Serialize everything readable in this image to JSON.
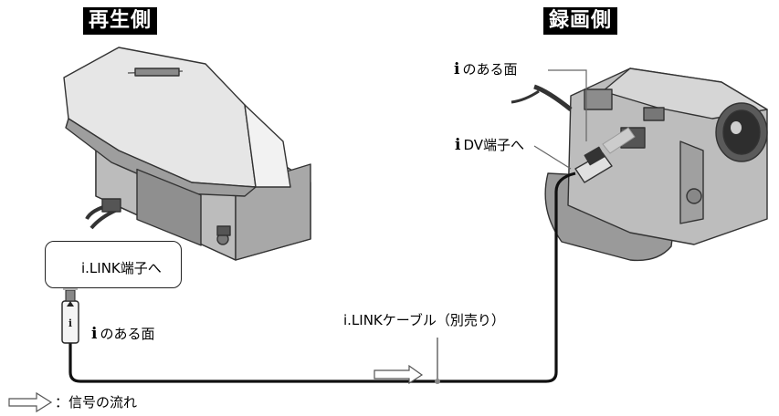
{
  "labels": {
    "playback_side": "再生側",
    "recording_side": "録画側",
    "ilink_mark": "i",
    "mark_face_top": "のある面",
    "dv_terminal": "DV端子へ",
    "ilink_terminal": "i.LINK端子へ",
    "mark_face_bottom": "のある面",
    "cable": "i.LINKケーブル（別売り）",
    "signal_legend": "：信号の流れ"
  }
}
